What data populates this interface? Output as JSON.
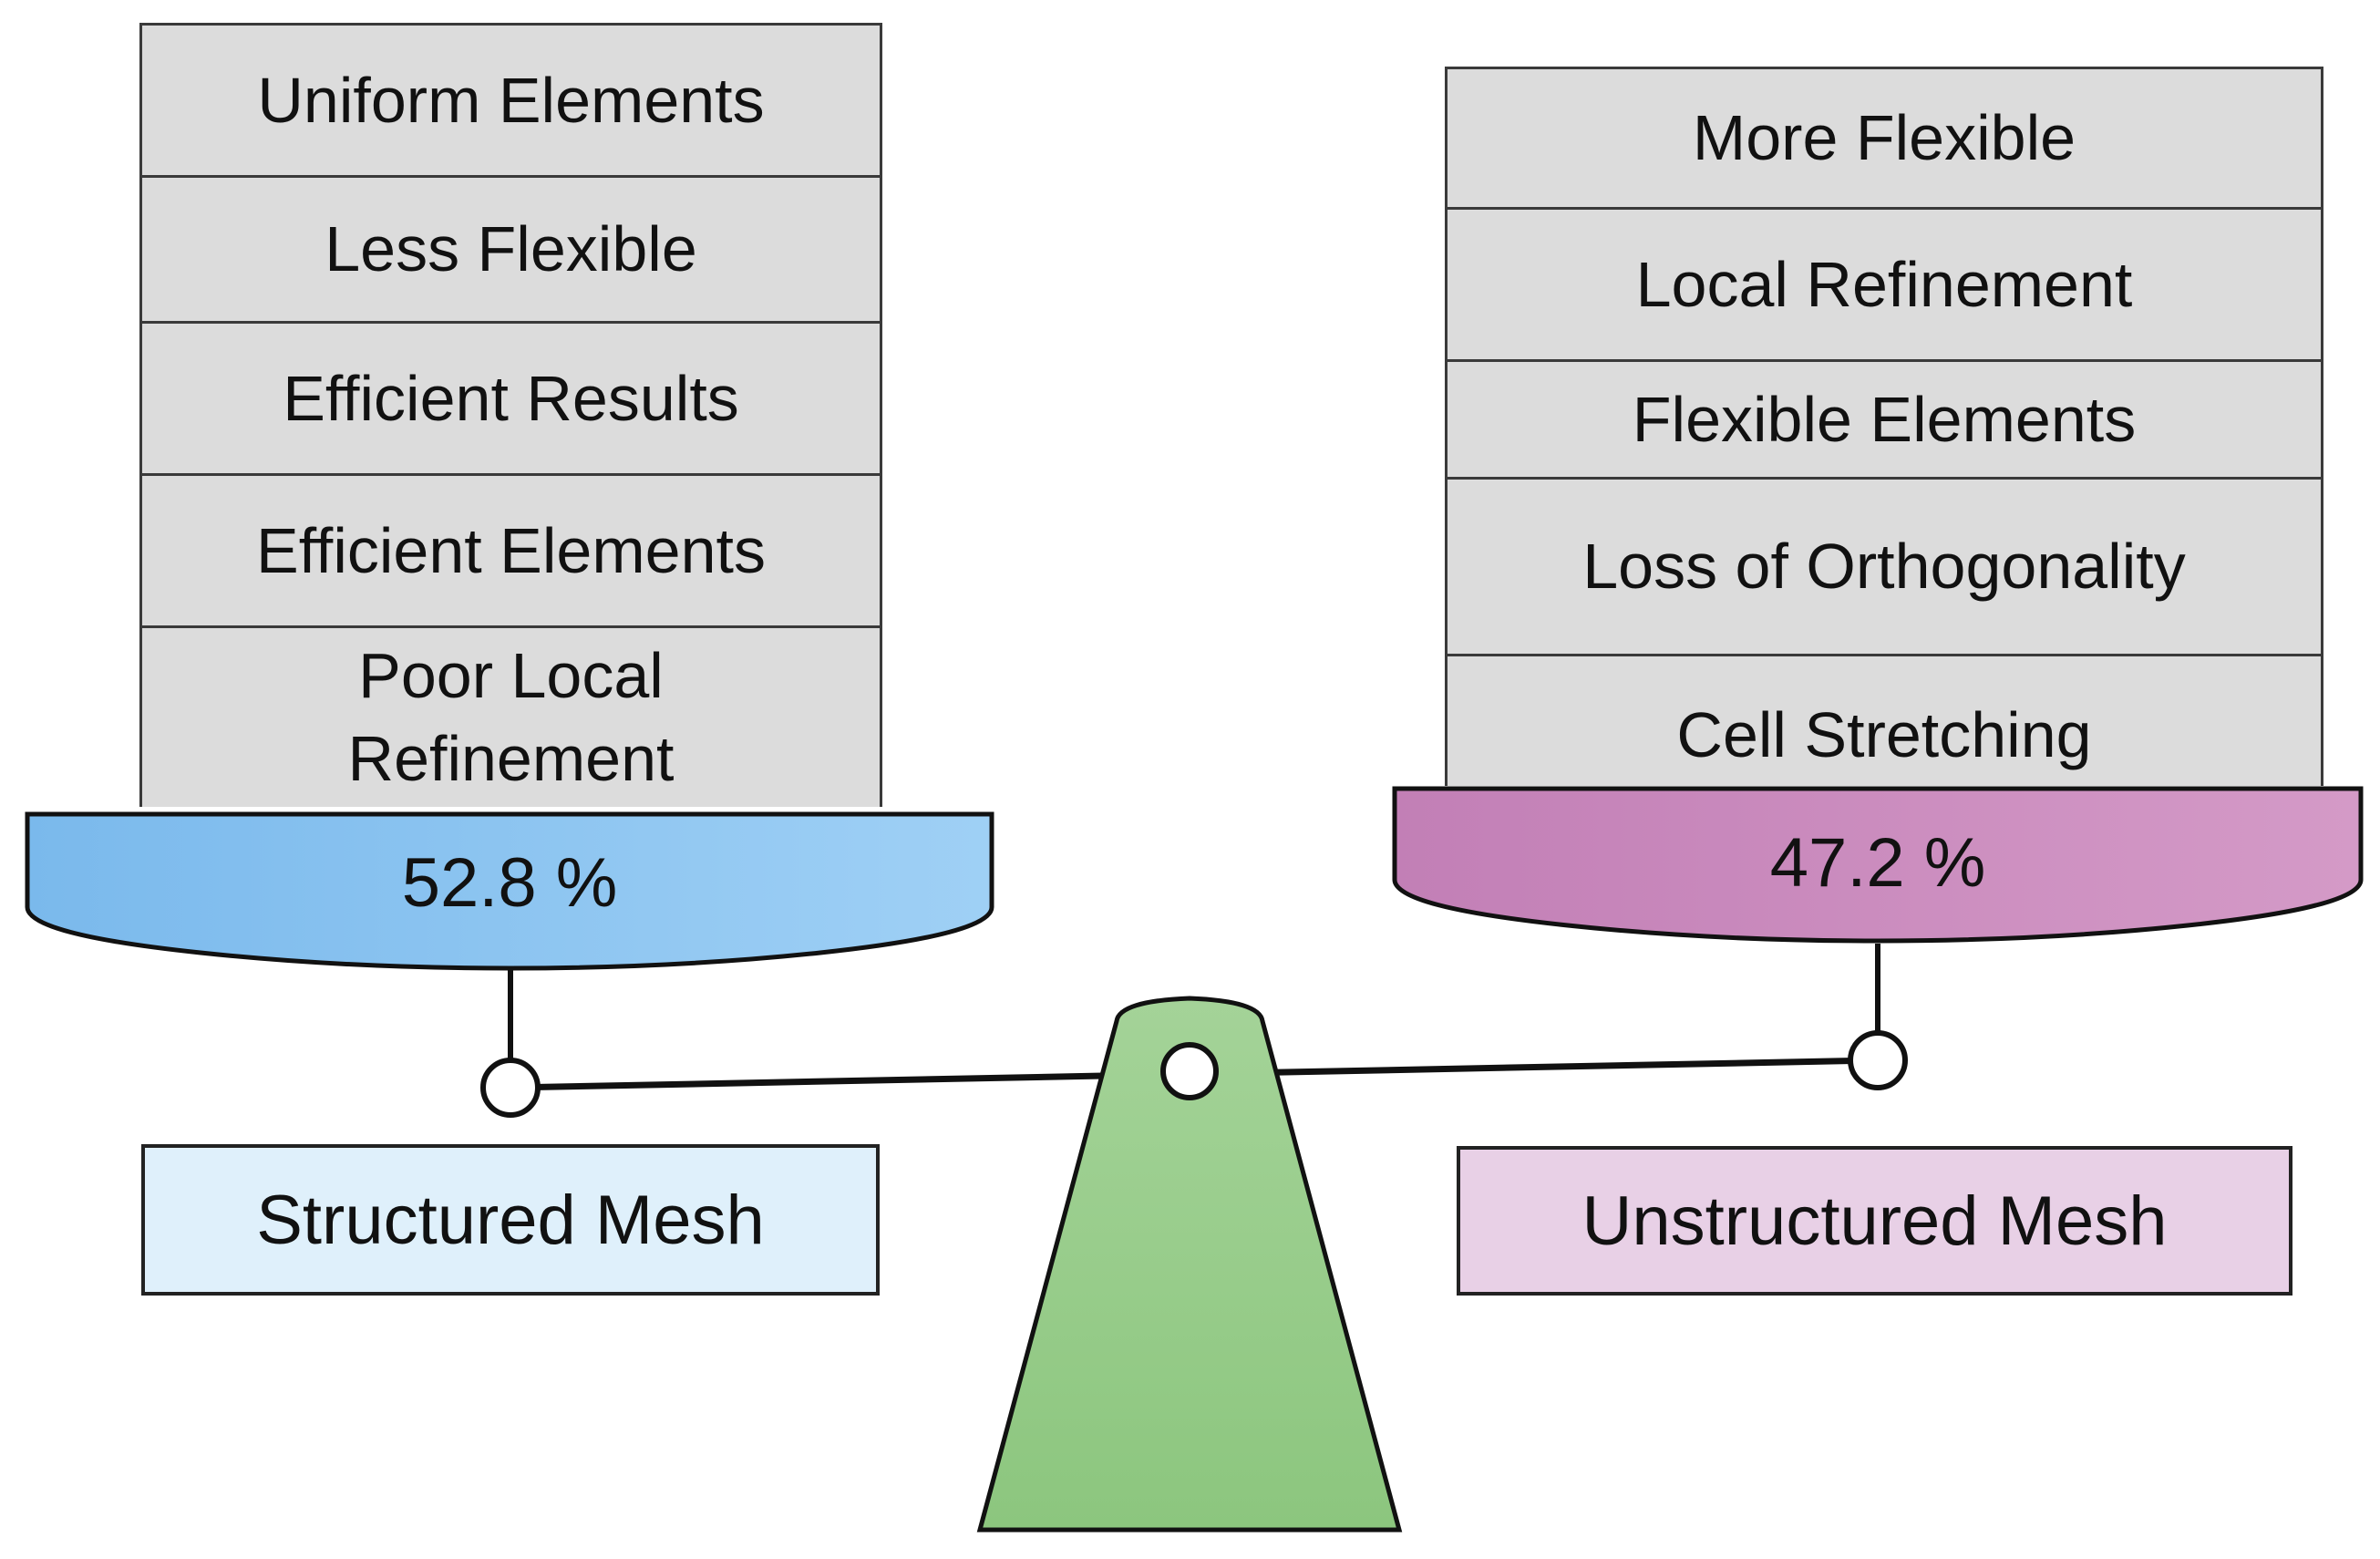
{
  "structured": {
    "label": "Structured Mesh",
    "percent_text": "52.8 %",
    "share": 52.8,
    "items": [
      "Uniform Elements",
      "Less Flexible",
      "Efficient Results",
      "Efficient Elements",
      "Poor Local Refinement"
    ],
    "pan_colors": [
      "#7ab9ec",
      "#9fd0f5"
    ],
    "label_fill": "#dff0fb"
  },
  "unstructured": {
    "label": "Unstructured Mesh",
    "percent_text": "47.2 %",
    "share": 47.2,
    "items": [
      "More Flexible",
      "Local Refinement",
      "Flexible Elements",
      "Loss of Orthogonality",
      "Cell Stretching"
    ],
    "pan_colors": [
      "#c27fb6",
      "#d49ac7"
    ],
    "label_fill": "#e8d0e6"
  },
  "fulcrum": {
    "color_top": "#a4d398",
    "color_bottom": "#8cc67e"
  }
}
